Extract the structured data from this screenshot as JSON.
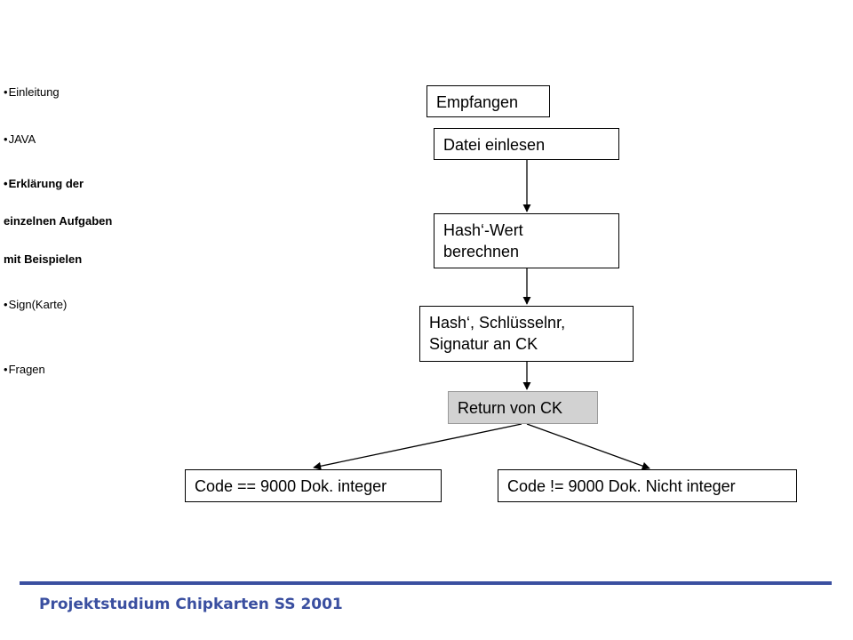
{
  "sidebar": {
    "items": [
      {
        "label": "Einleitung"
      },
      {
        "label": "JAVA"
      },
      {
        "label_lines": [
          "Erklärung der",
          "einzelnen Aufgaben",
          "mit Beispielen"
        ]
      },
      {
        "label": "Sign(Karte)"
      },
      {
        "label": "Fragen"
      }
    ],
    "bullet": "•"
  },
  "flowchart": {
    "nodes": {
      "empfangen": "Empfangen",
      "datei_einlesen": "Datei einlesen",
      "hash_berechnen": "Hash‘-Wert\nberechnen",
      "signatur_an_ck": "Hash‘, Schlüsselnr,\nSignatur an CK",
      "return_von_ck": "Return von CK",
      "code_integer": "Code == 9000 Dok. integer",
      "code_nicht_integer": "Code != 9000 Dok. Nicht integer"
    },
    "colors": {
      "highlight_node": "#d2d2d2"
    }
  },
  "footer": {
    "title": "Projektstudium Chipkarten SS 2001",
    "accent_color": "#3a4fa0"
  }
}
